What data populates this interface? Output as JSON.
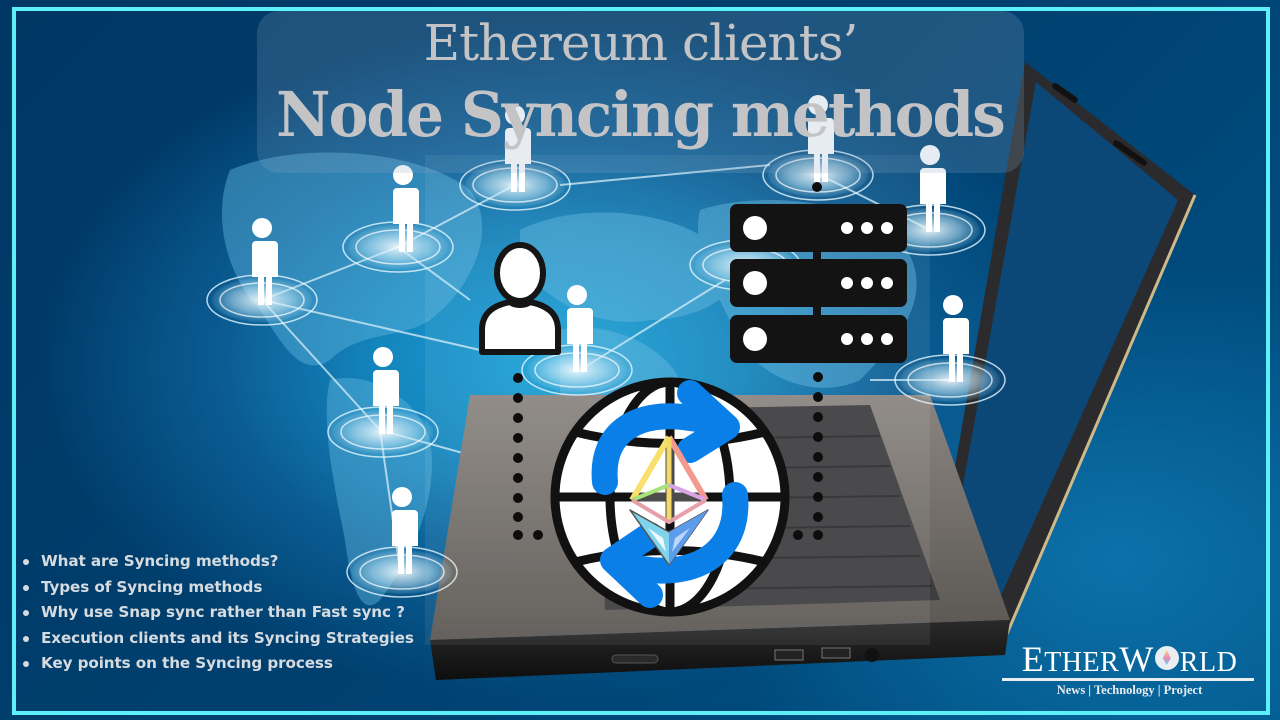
{
  "title": {
    "line1": "Ethereum clients’",
    "line2": "Node Syncing methods"
  },
  "topics": [
    "What are Syncing methods?",
    "Types of Syncing methods",
    "Why use Snap sync rather than Fast sync ?",
    "Execution clients and its Syncing Strategies",
    "Key points on the Syncing process"
  ],
  "logo": {
    "word_e": "E",
    "word_ther": "THER",
    "word_w": "W",
    "word_rld": "RLD",
    "tagline": "News | Technology | Project"
  },
  "icons": {
    "user": "user-icon",
    "server": "server-stack-icon",
    "globe": "globe-icon",
    "sync": "sync-arrows-icon",
    "ethereum": "ethereum-logo-icon",
    "network_person": "person-icon"
  },
  "colors": {
    "frame": "#5ef0f8",
    "background": "#003a66",
    "title_text": "#c4c4c6",
    "sync_arrows": "#0b7fe8",
    "bullet_text": "#d6dbe0"
  }
}
